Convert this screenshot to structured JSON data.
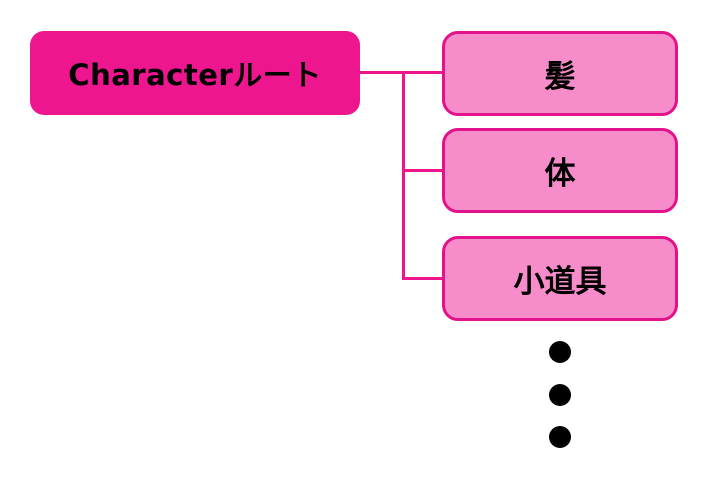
{
  "diagram": {
    "title_hint": "character-hierarchy-tree",
    "root": {
      "label": "Characterルート"
    },
    "children": [
      {
        "label": "髪"
      },
      {
        "label": "体"
      },
      {
        "label": "小道具"
      }
    ],
    "ellipsis": {
      "dot_count": 3,
      "meaning": "more-items-continuation"
    },
    "colors": {
      "root_fill": "#ed168f",
      "child_fill": "#f78ccb",
      "child_border": "#e2128c",
      "connector": "#ed168f",
      "text": "#000000",
      "background": "#ffffff"
    }
  }
}
